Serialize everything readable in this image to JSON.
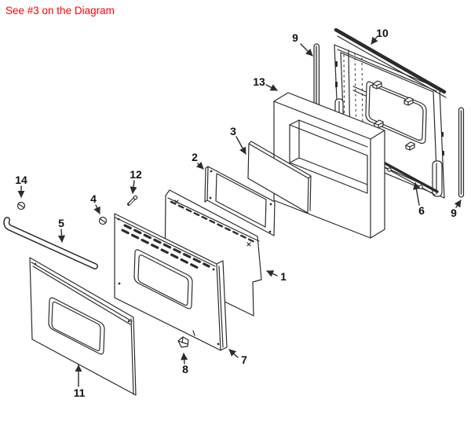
{
  "note": {
    "text": "See #3 on the Diagram",
    "color": "#FF0000"
  },
  "diagram": {
    "ink": "#2b2b2b",
    "callouts": [
      {
        "num": "9"
      },
      {
        "num": "10"
      },
      {
        "num": "13"
      },
      {
        "num": "3"
      },
      {
        "num": "2"
      },
      {
        "num": "12"
      },
      {
        "num": "4"
      },
      {
        "num": "14"
      },
      {
        "num": "5"
      },
      {
        "num": "1"
      },
      {
        "num": "6"
      },
      {
        "num": "9"
      },
      {
        "num": "7"
      },
      {
        "num": "8"
      },
      {
        "num": "11"
      }
    ]
  }
}
